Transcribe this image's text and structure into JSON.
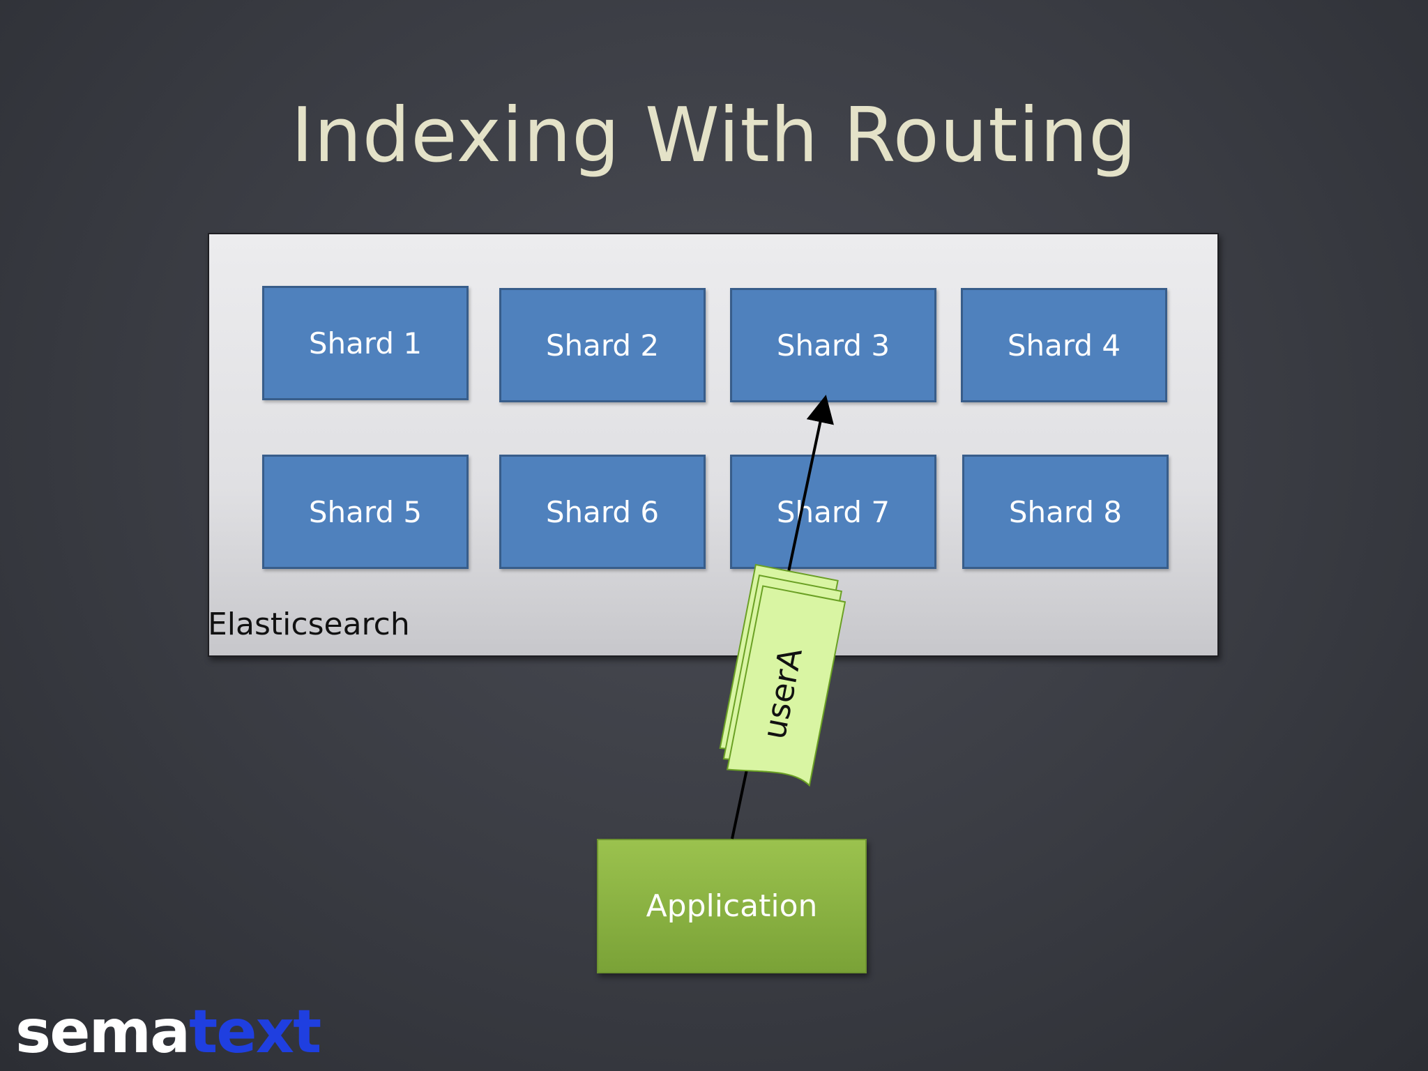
{
  "title": "Indexing With Routing",
  "container": {
    "label": "Elasticsearch"
  },
  "shards": [
    {
      "label": "Shard 1"
    },
    {
      "label": "Shard 2"
    },
    {
      "label": "Shard 3"
    },
    {
      "label": "Shard 4"
    },
    {
      "label": "Shard 5"
    },
    {
      "label": "Shard 6"
    },
    {
      "label": "Shard 7"
    },
    {
      "label": "Shard 8"
    }
  ],
  "application": {
    "label": "Application"
  },
  "document": {
    "label": "userA",
    "target": "Shard 3"
  },
  "logo": {
    "part1": "sema",
    "part2": "text"
  },
  "colors": {
    "shard_fill": "#4f81bd",
    "application_fill": "#8db445",
    "document_fill": "#d9f5a3",
    "title_text": "#e4e2c8",
    "logo_accent": "#1f3fe0"
  }
}
